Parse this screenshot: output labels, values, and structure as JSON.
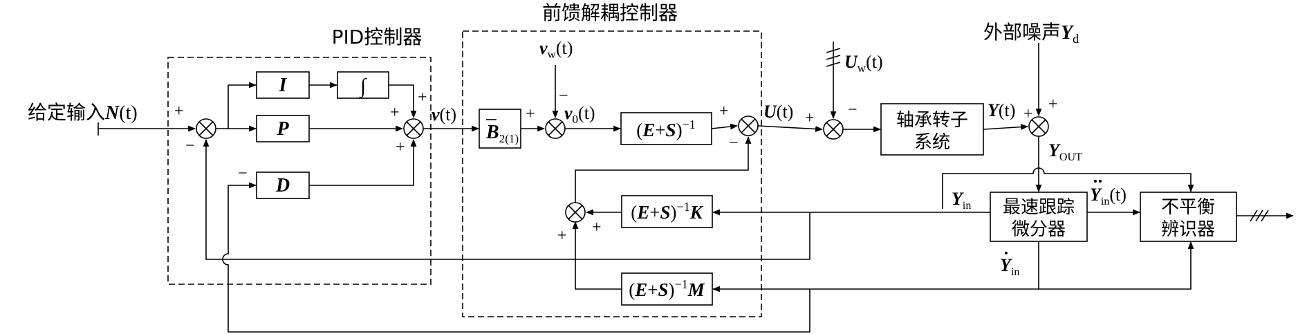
{
  "groups": {
    "pid": "PID控制器",
    "decoupler": "前馈解耦控制器"
  },
  "blocks": {
    "I": "I",
    "P": "P",
    "D": "D",
    "integral": "∫",
    "B": "B",
    "B_sub": "2(1)",
    "ES_inv": "(E+S)",
    "ES_exp": "−1",
    "ESK_K": "K",
    "ESM_M": "M",
    "bearing_line1": "轴承转子",
    "bearing_line2": "系统",
    "tracker_line1": "最速跟踪",
    "tracker_line2": "微分器",
    "identifier_line1": "不平衡",
    "identifier_line2": "辨识器"
  },
  "signals": {
    "input_prefix": "给定输入",
    "input_var": "N",
    "input_arg": "(t)",
    "v": "v",
    "v_arg": "(t)",
    "v0": "v",
    "v0_sub": "0",
    "v0_arg": "(t)",
    "vw": "v",
    "vw_sub": "w",
    "vw_arg": "(t)",
    "U": "U",
    "U_arg": "(t)",
    "Uw": "U",
    "Uw_sub": "w",
    "Uw_arg": "(t)",
    "noise_prefix": "外部噪声",
    "noise_var": "Y",
    "noise_sub": "d",
    "Y": "Y",
    "Y_arg": "(t)",
    "Yout": "Y",
    "Yout_sub": "OUT",
    "Yin": "Y",
    "Yin_sub": "in",
    "Yin_dot": "Y",
    "Yin_dot_sub": "in",
    "Yin_ddot": "Y",
    "Yin_ddot_sub": "in",
    "Yin_ddot_arg": "(t)"
  },
  "signs": {
    "plus": "+",
    "minus": "−"
  }
}
